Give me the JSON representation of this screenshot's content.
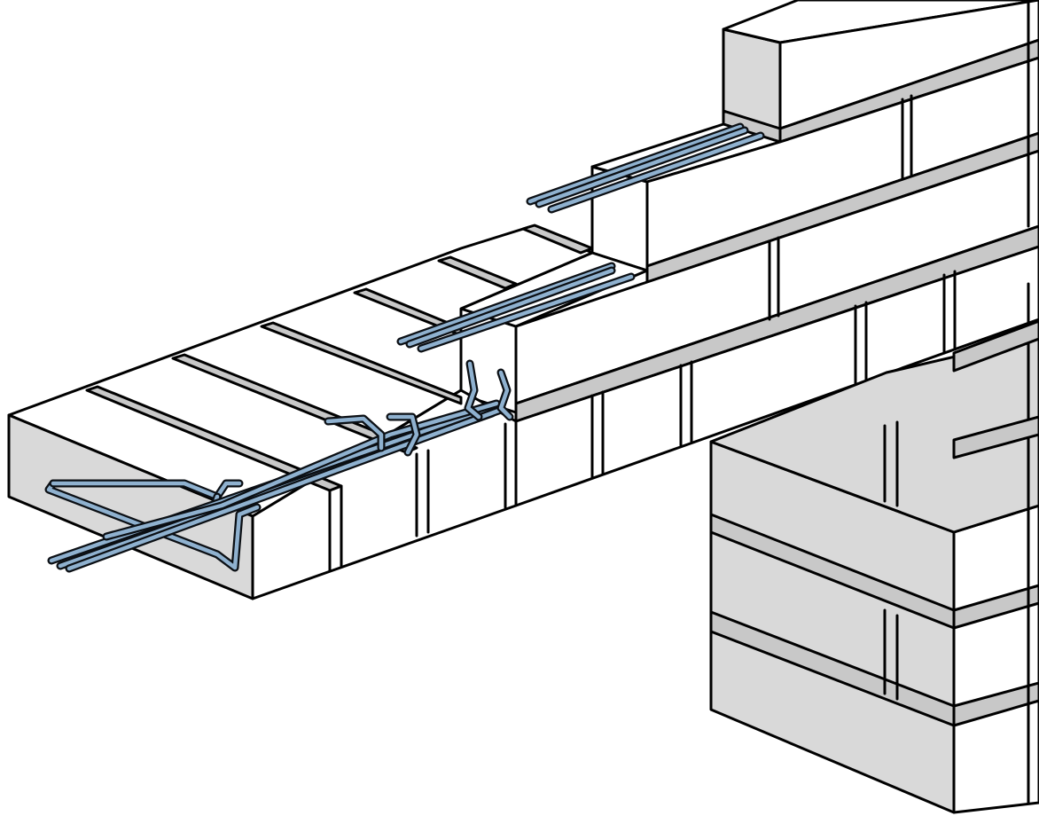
{
  "diagram": {
    "subject": "masonry-wall-with-bed-joint-reinforcement-lintel",
    "colors": {
      "background": "#ffffff",
      "block_top": "#ffffff",
      "block_front": "#ffffff",
      "block_end": "#d9d9d9",
      "mortar": "#c8c8c8",
      "outline": "#000000",
      "rod_core": "#8fb1cf",
      "rod_edge": "#0b0f14"
    },
    "components": [
      "cantilevered-lintel-beam",
      "lintel-stirrup",
      "bed-joint-reinforcement-rods",
      "upper-wall-courses",
      "support-pier"
    ]
  }
}
